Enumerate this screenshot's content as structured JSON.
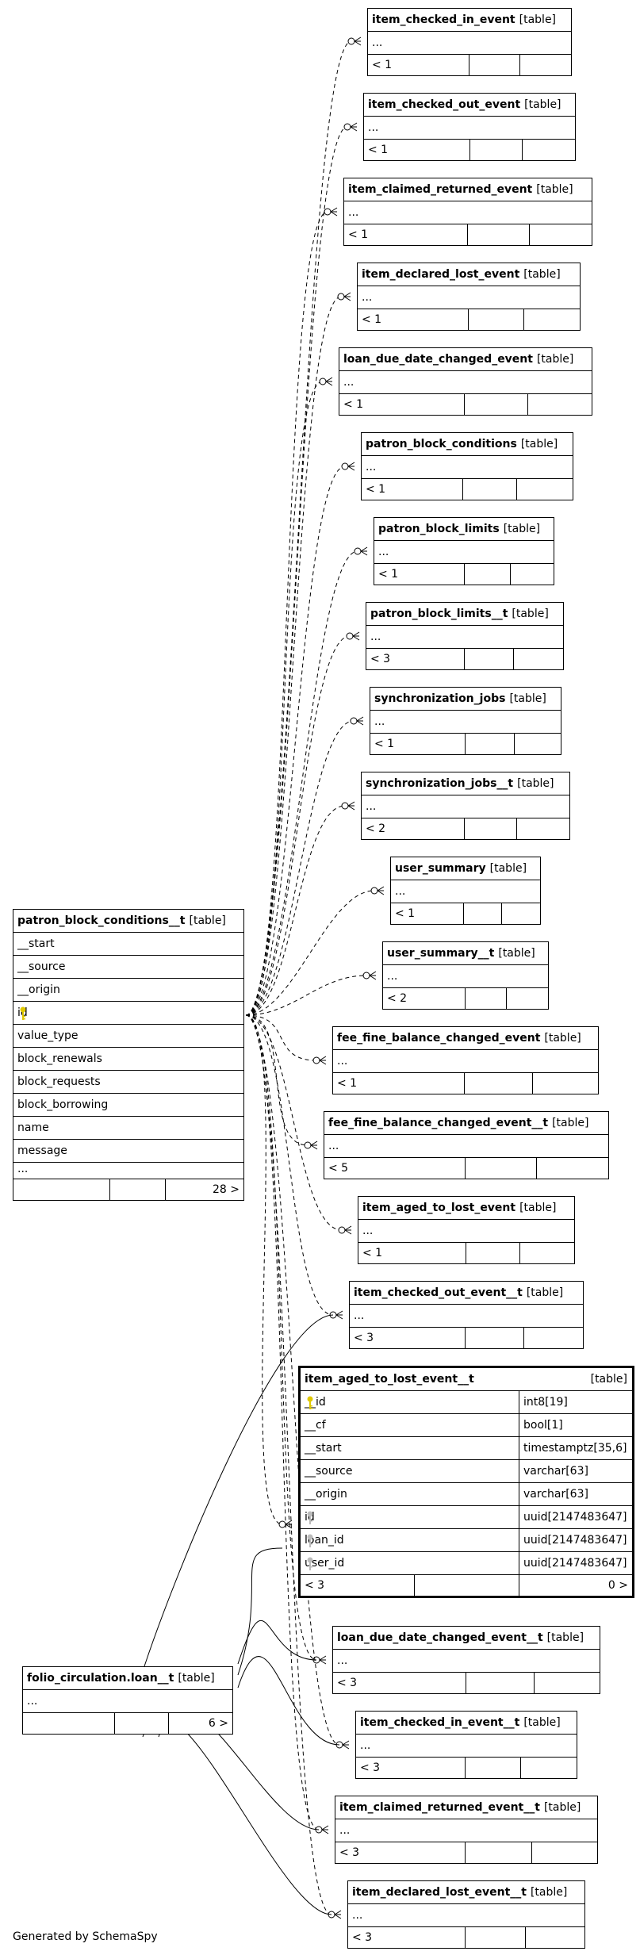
{
  "diagram": {
    "generated_by": "Generated by SchemaSpy",
    "table_tag": "[table]",
    "colors": {
      "primary_key": "#e0c800",
      "foreign_key": "#bbbbbb"
    },
    "tables": {
      "item_checked_in_event": {
        "name": "item_checked_in_event",
        "ellipsis": "...",
        "footer": [
          "< 1",
          "",
          ""
        ]
      },
      "item_checked_out_event": {
        "name": "item_checked_out_event",
        "ellipsis": "...",
        "footer": [
          "< 1",
          "",
          ""
        ]
      },
      "item_claimed_returned_event": {
        "name": "item_claimed_returned_event",
        "ellipsis": "...",
        "footer": [
          "< 1",
          "",
          ""
        ]
      },
      "item_declared_lost_event": {
        "name": "item_declared_lost_event",
        "ellipsis": "...",
        "footer": [
          "< 1",
          "",
          ""
        ]
      },
      "loan_due_date_changed_event": {
        "name": "loan_due_date_changed_event",
        "ellipsis": "...",
        "footer": [
          "< 1",
          "",
          ""
        ]
      },
      "patron_block_conditions": {
        "name": "patron_block_conditions",
        "ellipsis": "...",
        "footer": [
          "< 1",
          "",
          ""
        ]
      },
      "patron_block_limits": {
        "name": "patron_block_limits",
        "ellipsis": "...",
        "footer": [
          "< 1",
          "",
          ""
        ]
      },
      "patron_block_limits__t": {
        "name": "patron_block_limits__t",
        "ellipsis": "...",
        "footer": [
          "< 3",
          "",
          ""
        ]
      },
      "synchronization_jobs": {
        "name": "synchronization_jobs",
        "ellipsis": "...",
        "footer": [
          "< 1",
          "",
          ""
        ]
      },
      "synchronization_jobs__t": {
        "name": "synchronization_jobs__t",
        "ellipsis": "...",
        "footer": [
          "< 2",
          "",
          ""
        ]
      },
      "user_summary": {
        "name": "user_summary",
        "ellipsis": "...",
        "footer": [
          "< 1",
          "",
          ""
        ]
      },
      "user_summary__t": {
        "name": "user_summary__t",
        "ellipsis": "...",
        "footer": [
          "< 2",
          "",
          ""
        ]
      },
      "fee_fine_balance_changed_event": {
        "name": "fee_fine_balance_changed_event",
        "ellipsis": "...",
        "footer": [
          "< 1",
          "",
          ""
        ]
      },
      "fee_fine_balance_changed_event__t": {
        "name": "fee_fine_balance_changed_event__t",
        "ellipsis": "...",
        "footer": [
          "< 5",
          "",
          ""
        ]
      },
      "item_aged_to_lost_event": {
        "name": "item_aged_to_lost_event",
        "ellipsis": "...",
        "footer": [
          "< 1",
          "",
          ""
        ]
      },
      "item_checked_out_event__t": {
        "name": "item_checked_out_event__t",
        "ellipsis": "...",
        "footer": [
          "< 3",
          "",
          ""
        ]
      },
      "loan_due_date_changed_event__t": {
        "name": "loan_due_date_changed_event__t",
        "ellipsis": "...",
        "footer": [
          "< 3",
          "",
          ""
        ]
      },
      "item_checked_in_event__t": {
        "name": "item_checked_in_event__t",
        "ellipsis": "...",
        "footer": [
          "< 3",
          "",
          ""
        ]
      },
      "item_claimed_returned_event__t": {
        "name": "item_claimed_returned_event__t",
        "ellipsis": "...",
        "footer": [
          "< 3",
          "",
          ""
        ]
      },
      "item_declared_lost_event__t": {
        "name": "item_declared_lost_event__t",
        "ellipsis": "...",
        "footer": [
          "< 3",
          "",
          ""
        ]
      },
      "folio_circulation_loan__t": {
        "name": "folio_circulation.loan__t",
        "ellipsis": "...",
        "footer": [
          "",
          "",
          "6 >"
        ]
      },
      "patron_block_conditions__t": {
        "name": "patron_block_conditions__t",
        "columns": [
          "__start",
          "__source",
          "__origin",
          "id",
          "value_type",
          "block_renewals",
          "block_requests",
          "block_borrowing",
          "name",
          "message"
        ],
        "ellipsis": "...",
        "footer": [
          "",
          "",
          "28 >"
        ]
      },
      "item_aged_to_lost_event__t": {
        "name": "item_aged_to_lost_event__t",
        "columns": [
          {
            "name": "__id",
            "type": "int8[19]"
          },
          {
            "name": "__cf",
            "type": "bool[1]"
          },
          {
            "name": "__start",
            "type": "timestamptz[35,6]"
          },
          {
            "name": "__source",
            "type": "varchar[63]"
          },
          {
            "name": "__origin",
            "type": "varchar[63]"
          },
          {
            "name": "id",
            "type": "uuid[2147483647]"
          },
          {
            "name": "loan_id",
            "type": "uuid[2147483647]"
          },
          {
            "name": "user_id",
            "type": "uuid[2147483647]"
          }
        ],
        "footer": [
          "< 3",
          "",
          "0 >"
        ]
      }
    }
  }
}
